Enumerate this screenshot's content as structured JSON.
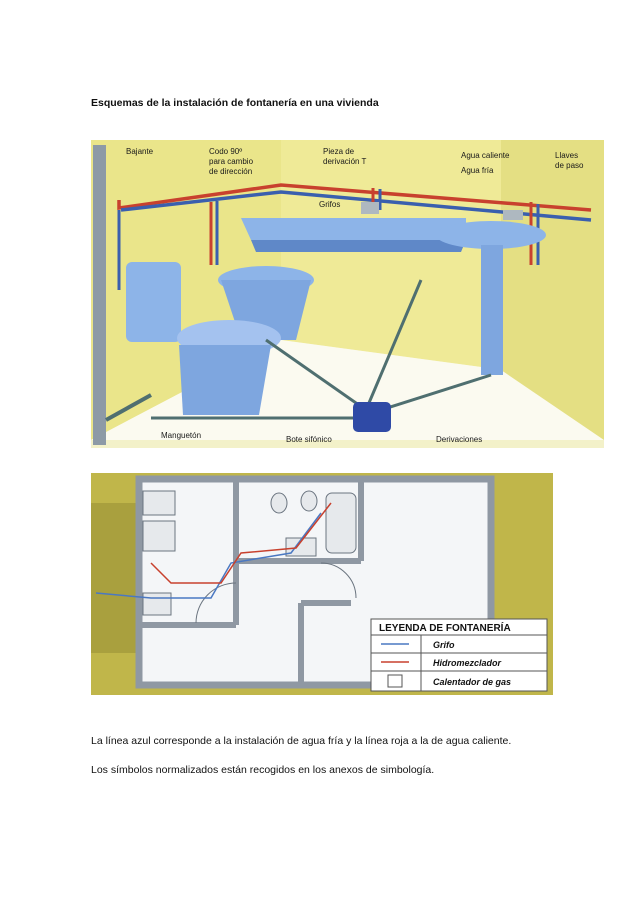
{
  "heading": "Esquemas de la instalación de fontanería en una vivienda",
  "fig1_labels": {
    "bajante": "Bajante",
    "codo_1": "Codo 90º",
    "codo_2": "para cambio",
    "codo_3": "de dirección",
    "pieza_1": "Pieza de",
    "pieza_2": "derivación T",
    "grifos": "Grifos",
    "agua_caliente": "Agua caliente",
    "agua_fria": "Agua fría",
    "llaves_1": "Llaves",
    "llaves_2": "de paso",
    "mangueton": "Manguetón",
    "bote": "Bote sifónico",
    "derivaciones": "Derivaciones"
  },
  "legend": {
    "title": "LEYENDA DE FONTANERÍA",
    "items": [
      "Grifo",
      "Hidromezclador",
      "Calentador de gas"
    ]
  },
  "caption_1": "La línea azul corresponde a la instalación de agua fría y la línea roja a la de agua caliente.",
  "caption_2": "Los símbolos normalizados están recogidos en los anexos de simbología.",
  "colors": {
    "cold": "#3a5fae",
    "hot": "#c8412e",
    "wall": "#eae58a",
    "fixture": "#7ea6df"
  }
}
